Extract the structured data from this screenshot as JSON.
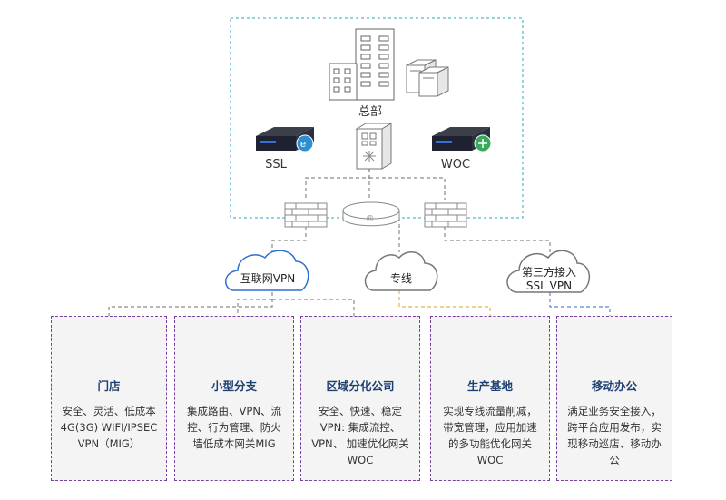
{
  "hq": {
    "label": "总部",
    "ssl_label": "SSL",
    "woc_label": "WOC"
  },
  "clouds": {
    "internet_vpn": "互联网VPN",
    "dedicated_line": "专线",
    "third_party_line1": "第三方接入",
    "third_party_line2": "SSL VPN"
  },
  "cards": [
    {
      "icon": "house-icon",
      "title": "门店",
      "desc": [
        "安全、灵活、低成本",
        "4G(3G) WIFI/IPSEC",
        "VPN（MIG）"
      ]
    },
    {
      "icon": "building-icon",
      "title": "小型分支",
      "desc": [
        "集成路由、VPN、流",
        "控、行为管理、防火",
        "墙低成本网关MIG"
      ]
    },
    {
      "icon": "office-buildings-icon",
      "title": "区域分化公司",
      "desc": [
        "安全、快速、稳定",
        "VPN: 集成流控、",
        "VPN、 加速优化网关",
        "WOC"
      ]
    },
    {
      "icon": "factory-icon",
      "title": "生产基地",
      "desc": [
        "实现专线流量削减，",
        "带宽管理，应用加速",
        "的多功能优化网关",
        "WOC"
      ]
    },
    {
      "icon": "browser-window-icon",
      "title": "移动办公",
      "desc": [
        "满足业务安全接入，",
        "跨平台应用发布，实",
        "现移动巡店、移动办",
        "公"
      ]
    }
  ],
  "colors": {
    "hq_border": "#2aa6c8",
    "card_border": "#7a3fa0",
    "cloud_border": "#2d6fd0",
    "dedicated_line": "#e0b84a",
    "mobile_line": "#5b86c9",
    "title_text": "#1d3f72"
  }
}
